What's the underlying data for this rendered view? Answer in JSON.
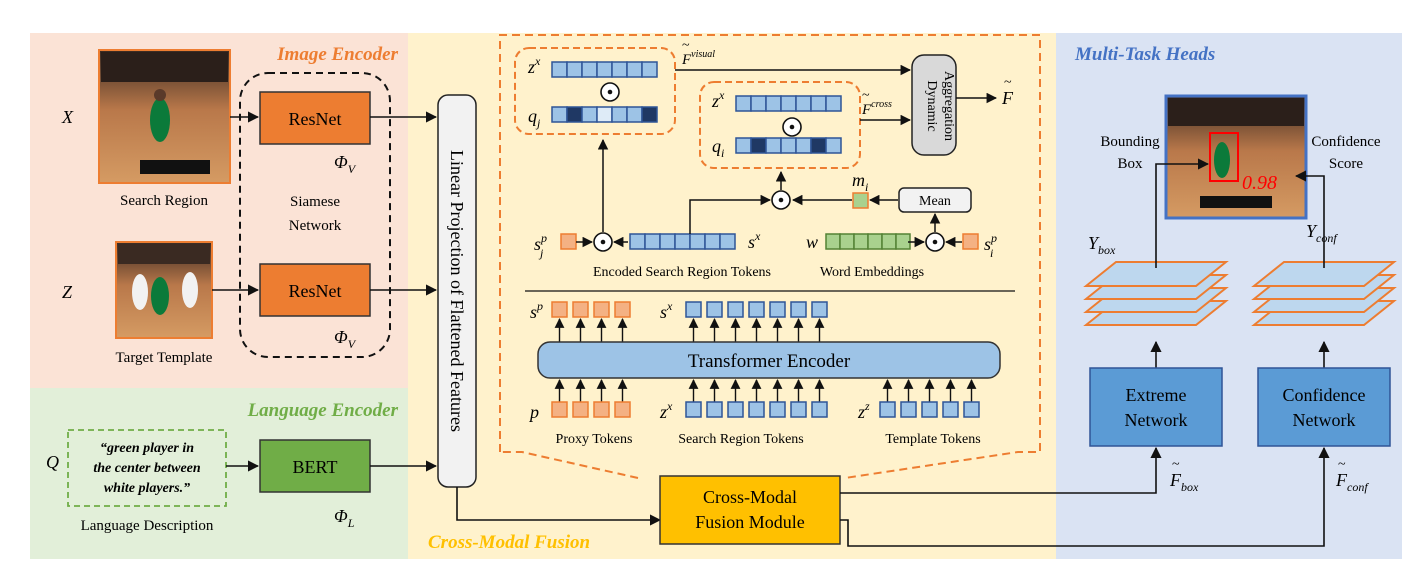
{
  "sections": {
    "image_encoder": "Image Encoder",
    "language_encoder": "Language Encoder",
    "cross_modal_fusion": "Cross-Modal Fusion",
    "multi_task_heads": "Multi-Task Heads"
  },
  "colors": {
    "image_bg": "#fbe3d6",
    "language_bg": "#e2efd9",
    "fusion_bg": "#fff2cc",
    "heads_bg": "#dae3f3",
    "image_title": "#ed7d31",
    "language_title": "#70ad47",
    "fusion_title": "#ffc000",
    "heads_title": "#4472c4",
    "resnet": "#ed7d31",
    "bert": "#70ad47",
    "fusion_module": "#ffc000",
    "heads_box": "#5b9bd5"
  },
  "image_encoder": {
    "x_label": "X",
    "z_label": "Z",
    "search_region": "Search Region",
    "target_template": "Target Template",
    "resnet": "ResNet",
    "phi_v": "Φ",
    "phi_v_sub": "V",
    "siamese_1": "Siamese",
    "siamese_2": "Network"
  },
  "language_encoder": {
    "q_label": "Q",
    "quote_1": "“green player in",
    "quote_2": "the center between",
    "quote_3": "white players.”",
    "caption": "Language Description",
    "bert": "BERT",
    "phi_l": "Φ",
    "phi_l_sub": "L"
  },
  "projection_label": "Linear Projection of Flattened Features",
  "fusion": {
    "f_visual": "F",
    "f_visual_sup": "visual",
    "f_cross": "F",
    "f_cross_sup": "cross",
    "dynamic_1": "Dynamic",
    "dynamic_2": "Aggregation",
    "f_out": "F",
    "zx": "z",
    "zx_sup": "x",
    "qj": "q",
    "qj_sub": "j",
    "qi": "q",
    "qi_sub": "i",
    "mi": "m",
    "mi_sub": "i",
    "mean": "Mean",
    "sjp": "s",
    "sjp_sup": "p",
    "sjp_sub": "j",
    "sx": "s",
    "sx_sup": "x",
    "w": "w",
    "sip": "s",
    "sip_sup": "p",
    "sip_sub": "i",
    "encoded_tokens": "Encoded Search Region Tokens",
    "word_embeddings": "Word Embeddings",
    "sp_top": "s",
    "sp_top_sup": "p",
    "sx_top": "s",
    "sx_top_sup": "x",
    "transformer": "Transformer Encoder",
    "p": "p",
    "zx_bottom": "z",
    "zx_bottom_sup": "x",
    "zz": "z",
    "zz_sup": "z",
    "proxy_tokens": "Proxy Tokens",
    "search_tokens": "Search Region Tokens",
    "template_tokens": "Template Tokens",
    "module_1": "Cross-Modal",
    "module_2": "Fusion Module"
  },
  "heads": {
    "bounding_1": "Bounding",
    "bounding_2": "Box",
    "confidence_1": "Confidence",
    "confidence_2": "Score",
    "score": "0.98",
    "y_box": "Y",
    "y_box_sub": "box",
    "y_conf": "Y",
    "y_conf_sub": "conf",
    "extreme_1": "Extreme",
    "extreme_2": "Network",
    "conf_net_1": "Confidence",
    "conf_net_2": "Network",
    "f_box": "F",
    "f_box_sub": "box",
    "f_conf": "F",
    "f_conf_sub": "conf"
  }
}
